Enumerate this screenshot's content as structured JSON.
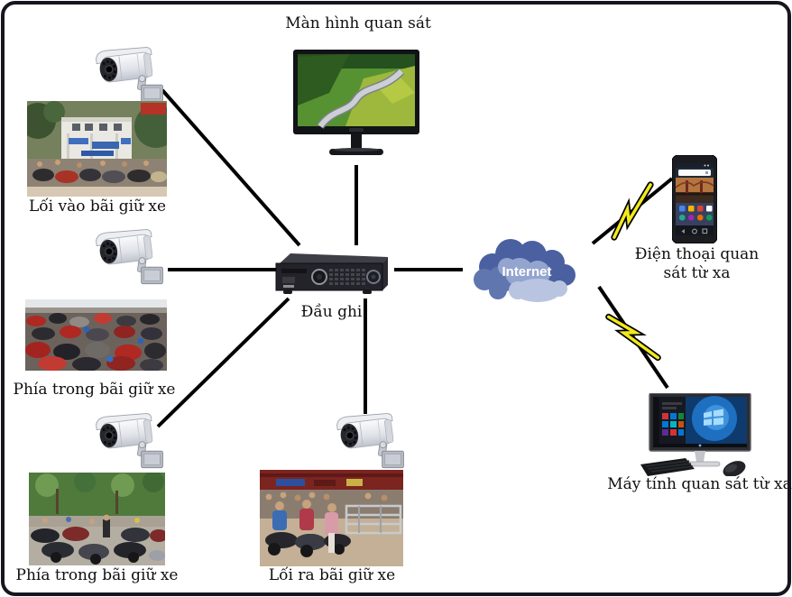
{
  "diagram": {
    "type": "cctv-parking-surveillance-network",
    "labels": {
      "monitor": "Màn hình quan sát",
      "camera_entrance": "Lối vào bãi giữ xe",
      "camera_inside_1": "Phía trong bãi giữ xe",
      "camera_inside_2": "Phía trong bãi giữ xe",
      "camera_exit": "Lối ra bãi giữ xe",
      "recorder": "Đầu ghi",
      "internet": "Internet",
      "phone_lines": [
        "Điện thoại quan",
        "sát từ xa"
      ],
      "computer": "Máy tính quan sát từ xa"
    },
    "connections": [
      {
        "from": "camera-entrance",
        "to": "recorder",
        "wireless": false
      },
      {
        "from": "camera-inside-1",
        "to": "recorder",
        "wireless": false
      },
      {
        "from": "camera-inside-2",
        "to": "recorder",
        "wireless": false
      },
      {
        "from": "camera-exit",
        "to": "recorder",
        "wireless": false
      },
      {
        "from": "monitor",
        "to": "recorder",
        "wireless": false
      },
      {
        "from": "recorder",
        "to": "internet",
        "wireless": false
      },
      {
        "from": "internet",
        "to": "remote-phone",
        "wireless": true
      },
      {
        "from": "internet",
        "to": "remote-computer",
        "wireless": true
      }
    ]
  },
  "colors": {
    "border": "#16161f",
    "line": "#000000",
    "bolt_fill": "#f2e91c",
    "bolt_outline": "#000000",
    "cloud_dark": "#4a60a0",
    "cloud_mid": "#5f76af",
    "cloud_light": "#93a4cf",
    "cloud_pale": "#b9c4e1",
    "label_text": "#101010",
    "internet_text": "#ffffff"
  }
}
